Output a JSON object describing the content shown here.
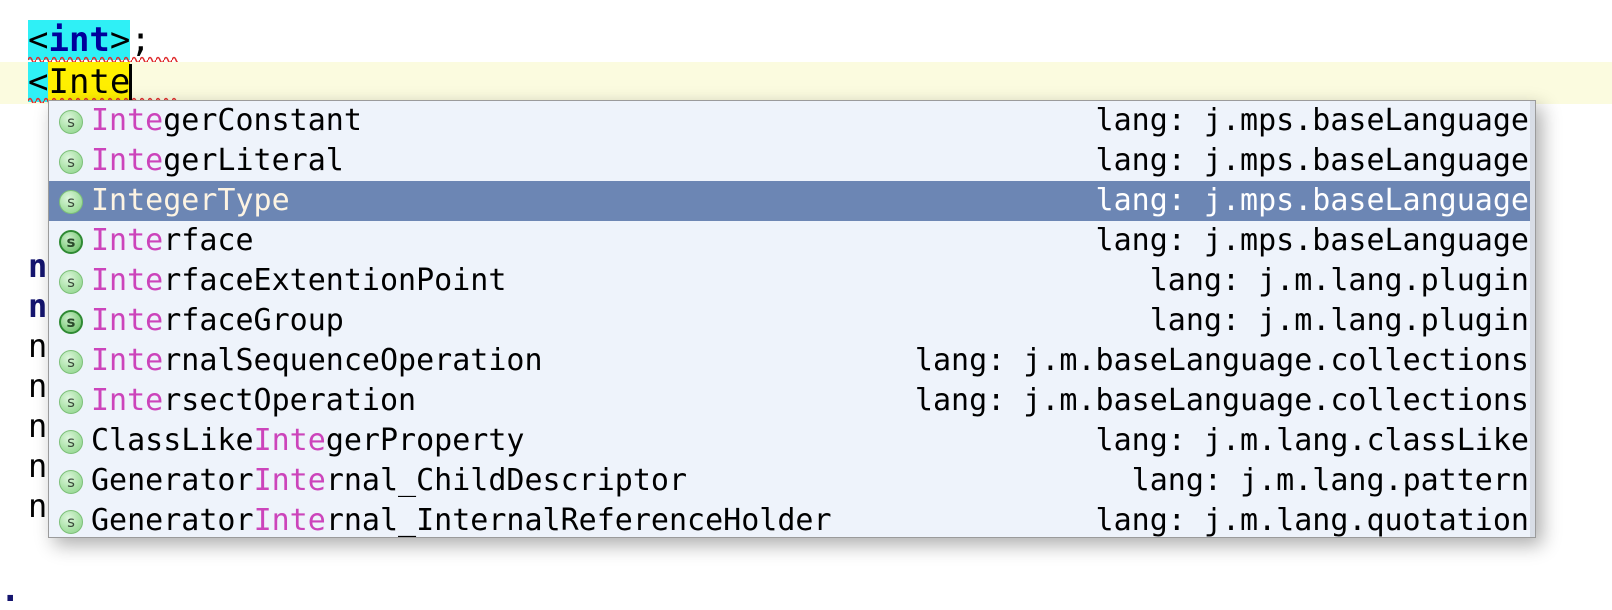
{
  "editor": {
    "line1": {
      "segments": [
        {
          "text": "<",
          "style": "cyan"
        },
        {
          "text": "int",
          "style": "keyword"
        },
        {
          "text": ">",
          "style": "cyan"
        },
        {
          "text": ";",
          "style": "plain"
        }
      ]
    },
    "line2": {
      "segments": [
        {
          "text": "<",
          "style": "cyan"
        },
        {
          "text": "Inte",
          "style": "yellow"
        }
      ]
    },
    "background_glyphs": [
      "n",
      "n",
      "n",
      "n",
      "n",
      "n",
      "n"
    ],
    "trailing_glyph": ".",
    "colors": {
      "current_line": "#fbfbdf",
      "selection_cyan": "#2ff0f6",
      "prefix_yellow": "#ffef00",
      "keyword_blue": "#00009b",
      "error_squiggle": "#e03030"
    }
  },
  "completion": {
    "prefix": "Inte",
    "lang_prefix": "lang: ",
    "selected_index": 2,
    "colors": {
      "popup_background": "#eef3fb",
      "selected_row": "#6c86b4",
      "match_highlight": "#cc44bb",
      "border": "#9b9b9b"
    },
    "items": [
      {
        "icon": "concept-icon",
        "icon_variant": "light",
        "before": "",
        "match": "Inte",
        "after": "gerConstant",
        "lang": "j.mps.baseLanguage"
      },
      {
        "icon": "concept-icon",
        "icon_variant": "light",
        "before": "",
        "match": "Inte",
        "after": "gerLiteral",
        "lang": "j.mps.baseLanguage"
      },
      {
        "icon": "concept-icon",
        "icon_variant": "light",
        "before": "",
        "match": "Inte",
        "after": "gerType",
        "lang": "j.mps.baseLanguage"
      },
      {
        "icon": "concept-icon",
        "icon_variant": "strong",
        "before": "",
        "match": "Inte",
        "after": "rface",
        "lang": "j.mps.baseLanguage"
      },
      {
        "icon": "concept-icon",
        "icon_variant": "light",
        "before": "",
        "match": "Inte",
        "after": "rfaceExtentionPoint",
        "lang": "j.m.lang.plugin"
      },
      {
        "icon": "concept-icon",
        "icon_variant": "strong",
        "before": "",
        "match": "Inte",
        "after": "rfaceGroup",
        "lang": "j.m.lang.plugin"
      },
      {
        "icon": "concept-icon",
        "icon_variant": "light",
        "before": "",
        "match": "Inte",
        "after": "rnalSequenceOperation",
        "lang": "j.m.baseLanguage.collections"
      },
      {
        "icon": "concept-icon",
        "icon_variant": "light",
        "before": "",
        "match": "Inte",
        "after": "rsectOperation",
        "lang": "j.m.baseLanguage.collections"
      },
      {
        "icon": "concept-icon",
        "icon_variant": "light",
        "before": "ClassLike",
        "match": "Inte",
        "after": "gerProperty",
        "lang": "j.m.lang.classLike"
      },
      {
        "icon": "concept-icon",
        "icon_variant": "light",
        "before": "Generator",
        "match": "Inte",
        "after": "rnal_ChildDescriptor",
        "lang": "j.m.lang.pattern"
      },
      {
        "icon": "concept-icon",
        "icon_variant": "light",
        "before": "Generator",
        "match": "Inte",
        "after": "rnal_InternalReferenceHolder",
        "lang": "j.m.lang.quotation"
      }
    ]
  }
}
